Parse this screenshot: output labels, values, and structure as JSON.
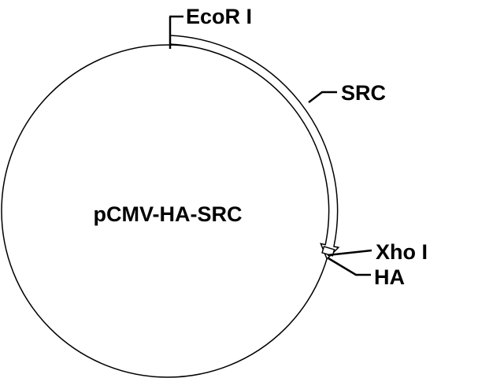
{
  "diagram": {
    "plasmid_name": "pCMV-HA-SRC",
    "features": {
      "ecori": {
        "label": "EcoR I",
        "type": "restriction-site"
      },
      "src": {
        "label": "SRC",
        "type": "insert"
      },
      "xhoi": {
        "label": "Xho I",
        "type": "restriction-site"
      },
      "ha": {
        "label": "HA",
        "type": "tag"
      }
    },
    "colors": {
      "line": "#000000",
      "background": "#ffffff",
      "feature_fill": "#ffffff"
    }
  }
}
